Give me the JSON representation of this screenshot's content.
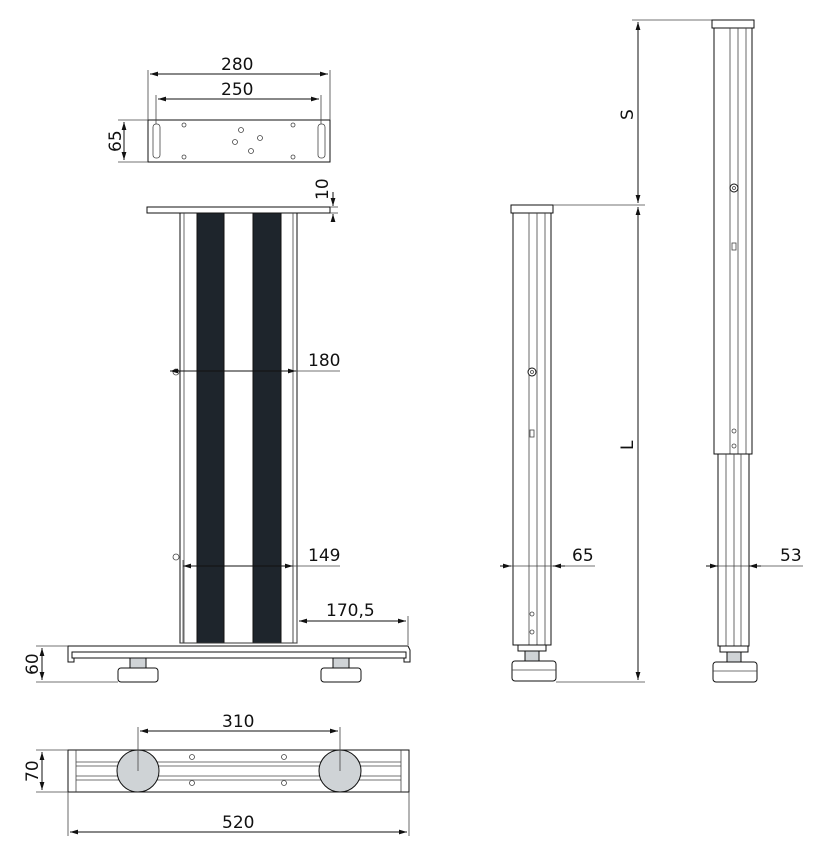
{
  "drawing": {
    "dims": {
      "top_plate_width": "280",
      "top_plate_hole_spacing": "250",
      "top_plate_depth": "65",
      "top_plate_thickness": "10",
      "column_width": "180",
      "column_width_lower": "149",
      "foot_overhang": "170,5",
      "base_height": "60",
      "base_depth": "70",
      "base_hole_spacing": "310",
      "base_length": "520",
      "side_width": "65",
      "telescope_width": "53",
      "stroke_label": "S",
      "length_label": "L"
    }
  }
}
